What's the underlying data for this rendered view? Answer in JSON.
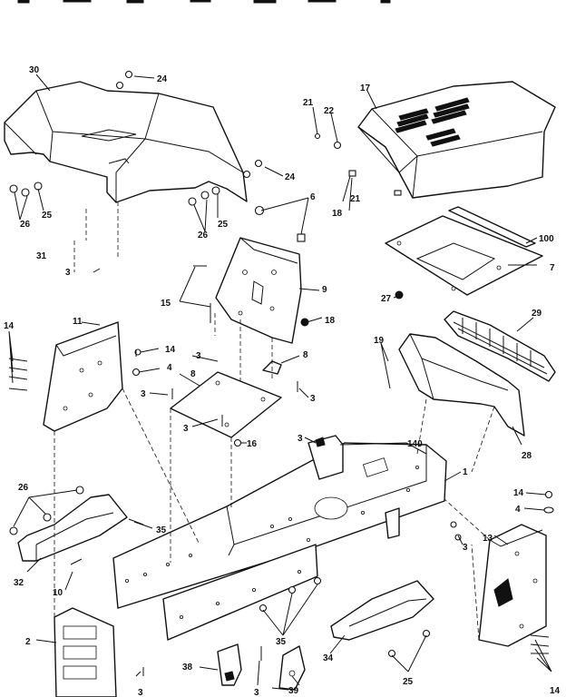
{
  "diagram": {
    "labels": [
      {
        "id": "30",
        "text": "30"
      },
      {
        "id": "24a",
        "text": "24"
      },
      {
        "id": "24b",
        "text": "24"
      },
      {
        "id": "26a",
        "text": "26"
      },
      {
        "id": "25a",
        "text": "25"
      },
      {
        "id": "26b",
        "text": "26"
      },
      {
        "id": "25b",
        "text": "25"
      },
      {
        "id": "31",
        "text": "31"
      },
      {
        "id": "3a",
        "text": "3"
      },
      {
        "id": "17",
        "text": "17"
      },
      {
        "id": "21a",
        "text": "21"
      },
      {
        "id": "22",
        "text": "22"
      },
      {
        "id": "21b",
        "text": "21"
      },
      {
        "id": "18a",
        "text": "18"
      },
      {
        "id": "6",
        "text": "6"
      },
      {
        "id": "100",
        "text": "100"
      },
      {
        "id": "7",
        "text": "7"
      },
      {
        "id": "27",
        "text": "27"
      },
      {
        "id": "15",
        "text": "15"
      },
      {
        "id": "9",
        "text": "9"
      },
      {
        "id": "18b",
        "text": "18"
      },
      {
        "id": "14a",
        "text": "14"
      },
      {
        "id": "11",
        "text": "11"
      },
      {
        "id": "14b",
        "text": "14"
      },
      {
        "id": "4a",
        "text": "4"
      },
      {
        "id": "3b",
        "text": "3"
      },
      {
        "id": "3c",
        "text": "3"
      },
      {
        "id": "8a",
        "text": "8"
      },
      {
        "id": "8b",
        "text": "8"
      },
      {
        "id": "3d",
        "text": "3"
      },
      {
        "id": "3e",
        "text": "3"
      },
      {
        "id": "16",
        "text": "16"
      },
      {
        "id": "19",
        "text": "19"
      },
      {
        "id": "29",
        "text": "29"
      },
      {
        "id": "28",
        "text": "28"
      },
      {
        "id": "3f",
        "text": "3"
      },
      {
        "id": "140",
        "text": "140"
      },
      {
        "id": "1",
        "text": "1"
      },
      {
        "id": "26c",
        "text": "26"
      },
      {
        "id": "35a",
        "text": "35"
      },
      {
        "id": "32",
        "text": "32"
      },
      {
        "id": "10",
        "text": "10"
      },
      {
        "id": "14c",
        "text": "14"
      },
      {
        "id": "4b",
        "text": "4"
      },
      {
        "id": "13",
        "text": "13"
      },
      {
        "id": "3g",
        "text": "3"
      },
      {
        "id": "2",
        "text": "2"
      },
      {
        "id": "35b",
        "text": "35"
      },
      {
        "id": "34",
        "text": "34"
      },
      {
        "id": "25c",
        "text": "25"
      },
      {
        "id": "3h",
        "text": "3"
      },
      {
        "id": "38",
        "text": "38"
      },
      {
        "id": "3i",
        "text": "3"
      },
      {
        "id": "39",
        "text": "39"
      },
      {
        "id": "14d",
        "text": "14"
      }
    ]
  }
}
